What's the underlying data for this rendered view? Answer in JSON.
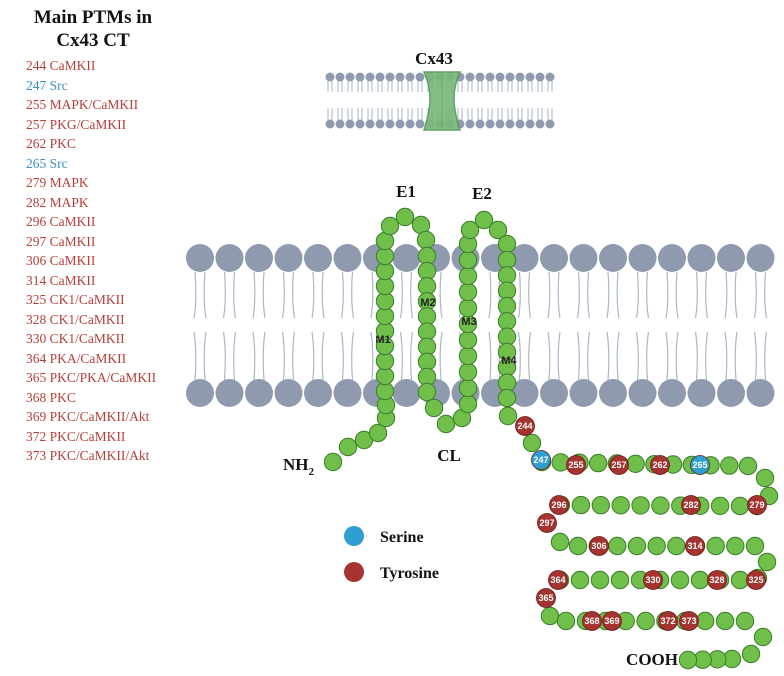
{
  "title_lines": [
    "Main PTMs in",
    "Cx43 CT"
  ],
  "ptms": [
    {
      "text": "244 CaMKII",
      "type": "tyrosine"
    },
    {
      "text": "247 Src",
      "type": "serine"
    },
    {
      "text": "255 MAPK/CaMKII",
      "type": "tyrosine"
    },
    {
      "text": "257 PKG/CaMKII",
      "type": "tyrosine"
    },
    {
      "text": "262 PKC",
      "type": "tyrosine"
    },
    {
      "text": "265 Src",
      "type": "serine"
    },
    {
      "text": "279 MAPK",
      "type": "tyrosine"
    },
    {
      "text": "282 MAPK",
      "type": "tyrosine"
    },
    {
      "text": "296 CaMKII",
      "type": "tyrosine"
    },
    {
      "text": "297 CaMKII",
      "type": "tyrosine"
    },
    {
      "text": "306 CaMKII",
      "type": "tyrosine"
    },
    {
      "text": "314 CaMKII",
      "type": "tyrosine"
    },
    {
      "text": "325 CK1/CaMKII",
      "type": "tyrosine"
    },
    {
      "text": "328 CK1/CaMKII",
      "type": "tyrosine"
    },
    {
      "text": "330 CK1/CaMKII",
      "type": "tyrosine"
    },
    {
      "text": "364 PKA/CaMKII",
      "type": "tyrosine"
    },
    {
      "text": "365 PKC/PKA/CaMKII",
      "type": "tyrosine"
    },
    {
      "text": "368 PKC",
      "type": "tyrosine"
    },
    {
      "text": "369 PKC/CaMKII/Akt",
      "type": "tyrosine"
    },
    {
      "text": "372 PKC/CaMKII",
      "type": "tyrosine"
    },
    {
      "text": "373 PKC/CaMKII/Akt",
      "type": "tyrosine"
    }
  ],
  "labels": {
    "cx43": "Cx43",
    "e1": "E1",
    "e2": "E2",
    "m1": "M1",
    "m2": "M2",
    "m3": "M3",
    "m4": "M4",
    "cl": "CL",
    "nh2": "NH",
    "nh2_sub": "2",
    "cooh": "COOH"
  },
  "legend": [
    {
      "label": "Serine",
      "type": "serine"
    },
    {
      "label": "Tyrosine",
      "type": "tyrosine"
    }
  ],
  "colors": {
    "serine": "#2e9fd1",
    "tyrosine": "#a5332f",
    "residue": "#6fbf4a",
    "residue_edge": "#3b7d2a",
    "membrane_head": "#8f9aae",
    "membrane_tail": "#aab6c8",
    "channel": "#78b878",
    "list_tyrosine": "#b5403a",
    "list_serine": "#3a8fc0"
  }
}
